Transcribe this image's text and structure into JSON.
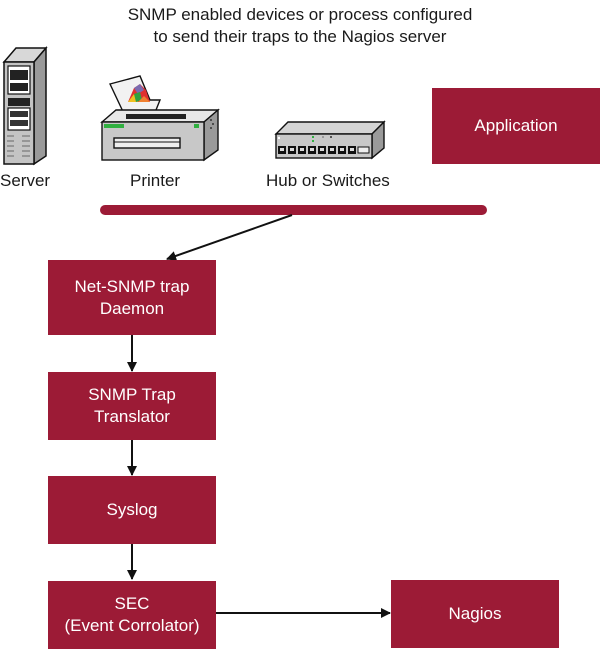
{
  "caption": {
    "line1": "SNMP enabled devices or process configured",
    "line2": "to send their traps to the Nagios server"
  },
  "devices": [
    {
      "id": "server",
      "label": "Server",
      "icon": "server-icon"
    },
    {
      "id": "printer",
      "label": "Printer",
      "icon": "printer-icon"
    },
    {
      "id": "hub",
      "label": "Hub or Switches",
      "icon": "network-switch-icon"
    }
  ],
  "application": {
    "label": "Application"
  },
  "pipeline": [
    {
      "id": "net-snmp",
      "line1": "Net-SNMP trap",
      "line2": "Daemon"
    },
    {
      "id": "snmptt",
      "line1": "SNMP Trap",
      "line2": "Translator"
    },
    {
      "id": "syslog",
      "line1": "Syslog",
      "line2": ""
    },
    {
      "id": "sec",
      "line1": "SEC",
      "line2": "(Event Corrolator)"
    }
  ],
  "nagios": {
    "label": "Nagios"
  },
  "colors": {
    "box": "#9c1b36",
    "text": "#ffffff",
    "arrow": "#111111"
  }
}
